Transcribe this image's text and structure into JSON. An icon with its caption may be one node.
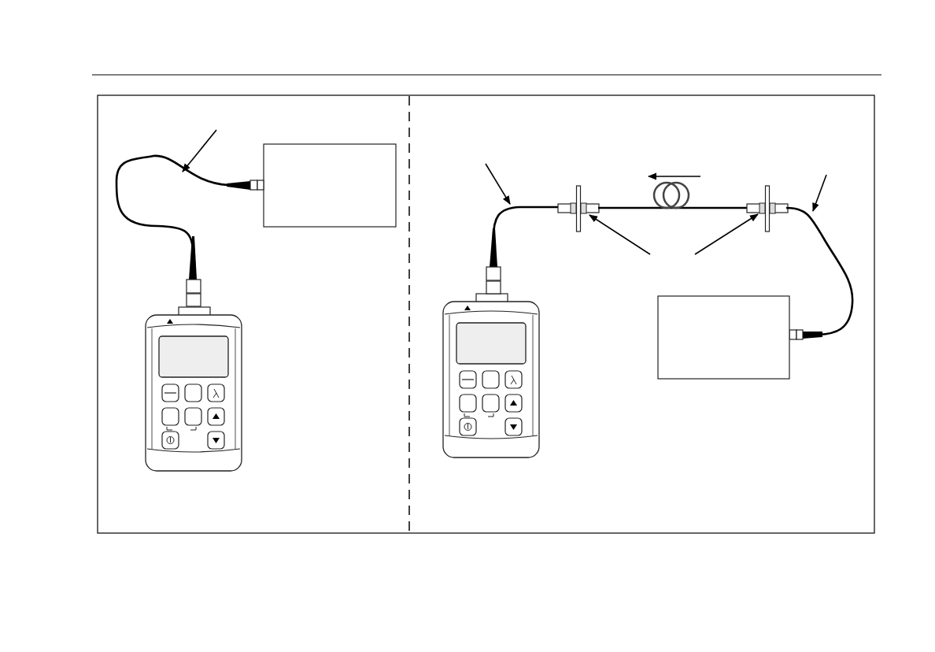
{
  "diagram": {
    "nodes": [
      {
        "text": [],
        "shape": "meter"
      },
      {
        "text": [],
        "shape": "box"
      },
      {
        "text": [],
        "shape": "cable"
      },
      {
        "text": [],
        "shape": "meter"
      },
      {
        "text": [],
        "shape": "cable"
      },
      {
        "text": [],
        "shape": "adapter"
      },
      {
        "text": [],
        "shape": "coil"
      },
      {
        "text": [],
        "shape": "adapter"
      },
      {
        "text": [],
        "shape": "cable"
      },
      {
        "text": [],
        "shape": "box"
      }
    ],
    "edges": [
      {
        "from": null,
        "to": 2,
        "arrow": "to"
      },
      {
        "from": null,
        "to": 4,
        "arrow": "to"
      },
      {
        "from": null,
        "to": 8,
        "arrow": "to"
      },
      {
        "from": null,
        "to": 5,
        "arrow": "to"
      },
      {
        "from": null,
        "to": 7,
        "arrow": "to"
      }
    ]
  }
}
